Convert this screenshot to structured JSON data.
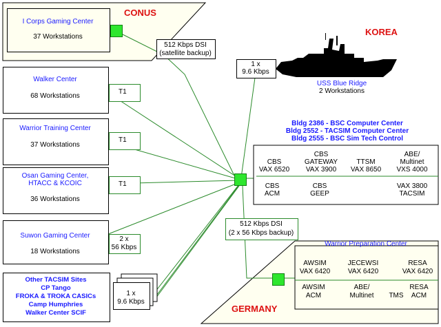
{
  "regions": {
    "conus": "CONUS",
    "korea": "KOREA",
    "germany": "GERMANY"
  },
  "sites": {
    "icorps": {
      "name": "I Corps Gaming Center",
      "count": "37 Workstations"
    },
    "walker": {
      "name": "Walker Center",
      "count": "68 Workstations"
    },
    "warrior": {
      "name": "Warrior Training Center",
      "count": "37 Workstations"
    },
    "osan": {
      "name_line1": "Osan Gaming Center,",
      "name_line2": "HTACC & KCOIC",
      "count": "36 Workstations"
    },
    "suwon": {
      "name": "Suwon Gaming Center",
      "count": "18 Workstations"
    },
    "other": {
      "lines": [
        "Other TACSIM Sites",
        "CP Tango",
        "FROKA & TROKA CASICs",
        "Camp Humphries",
        "Walker Center SCIF"
      ]
    },
    "uss": {
      "name": "USS Blue Ridge",
      "count": "2 Workstations"
    }
  },
  "links": {
    "dsi_sat": {
      "line1": "512 Kbps DSI",
      "line2": "(satellite backup)"
    },
    "uss_link": {
      "line1": "1 x",
      "line2": "9.6 Kbps"
    },
    "t1_walker": "T1",
    "t1_warrior": "T1",
    "t1_osan": "T1",
    "suwon_link": {
      "line1": "2 x",
      "line2": "56 Kbps"
    },
    "other_link": {
      "line1": "1 x",
      "line2": "9.6 Kbps"
    },
    "dsi_ger": {
      "line1": "512 Kbps DSI",
      "line2": "(2 x 56 Kbps backup)"
    }
  },
  "korea_center": {
    "headers": [
      "Bldg 2386 - BSC Computer Center",
      "Bldg 2552 - TACSIM Computer Center",
      "Bldg 2555 - BSC Sim Tech Control"
    ],
    "systems": [
      {
        "l1": "",
        "l2": "CBS",
        "l3": "VAX 6520"
      },
      {
        "l1": "CBS",
        "l2": "GATEWAY",
        "l3": "VAX 3900"
      },
      {
        "l1": "",
        "l2": "TTSM",
        "l3": "VAX 8650"
      },
      {
        "l1": "ABE/",
        "l2": "Multinet",
        "l3": "VXS 4000"
      }
    ],
    "systems_row2": [
      {
        "l1": "CBS",
        "l2": "ACM"
      },
      {
        "l1": "CBS",
        "l2": "GEEP"
      },
      {
        "l1": "VAX 3800",
        "l2": "TACSIM"
      }
    ]
  },
  "germany_center": {
    "title": "Warrior Preparation Center",
    "row1": [
      {
        "l1": "AWSIM",
        "l2": "VAX 6420"
      },
      {
        "l1": "JECEWSI",
        "l2": "VAX 6420"
      },
      {
        "l1": "RESA",
        "l2": "VAX 6420"
      }
    ],
    "row2": [
      {
        "l1": "AWSIM",
        "l2": "ACM"
      },
      {
        "l1": "ABE/",
        "l2": "Multinet"
      },
      {
        "l1": "",
        "l2": "TMS"
      },
      {
        "l1": "RESA",
        "l2": "ACM"
      }
    ]
  },
  "colors": {
    "hub": "#2ee62e",
    "line": "#2a8a2a",
    "blue_text": "#1a1aff",
    "region": "#dd1111"
  }
}
